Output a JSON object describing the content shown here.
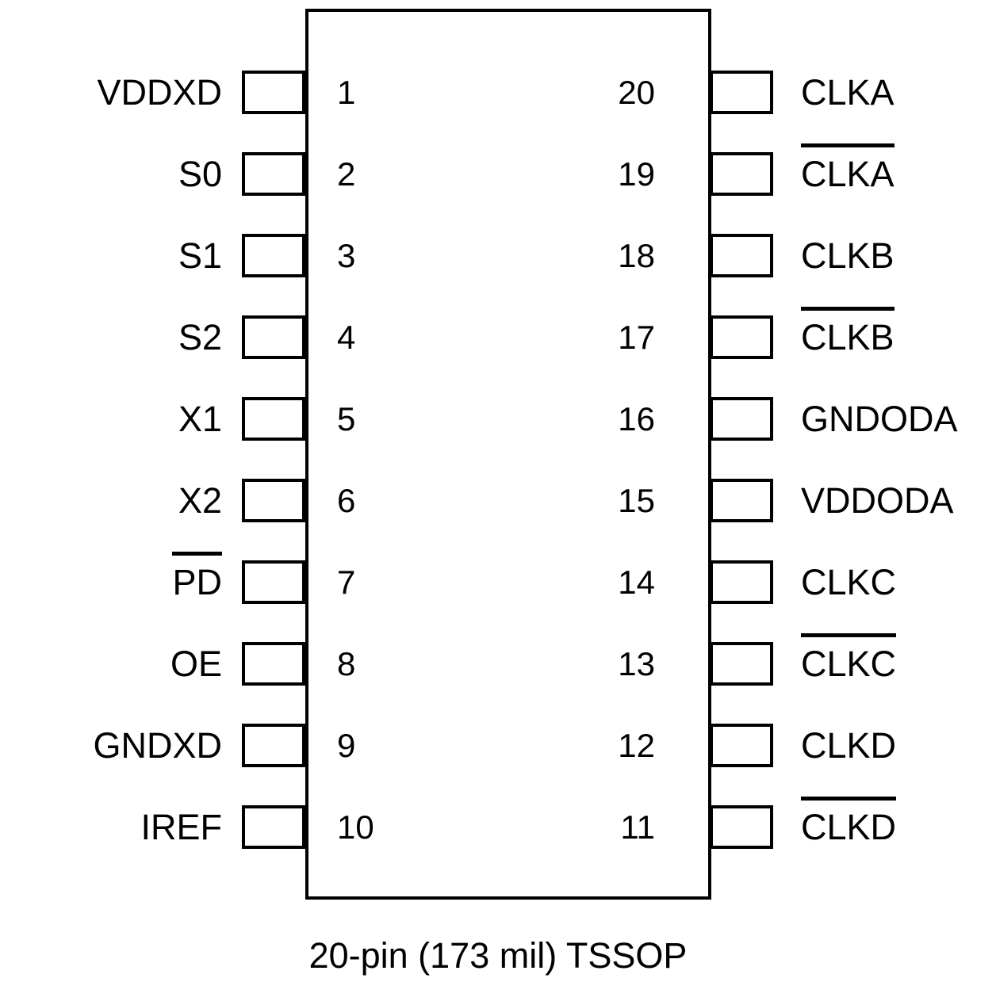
{
  "diagram": {
    "title": "20-pin (173 mil) TSSOP",
    "package_type": "TSSOP",
    "pin_count": 20,
    "body_width_mil": 173,
    "caption": "20-pin (173 mil) TSSOP",
    "line_color": "#000000",
    "background_color": "#ffffff",
    "text_color": "#000000",
    "left_pins": [
      {
        "number": "1",
        "label": "VDDXD",
        "overline": false
      },
      {
        "number": "2",
        "label": "S0",
        "overline": false
      },
      {
        "number": "3",
        "label": "S1",
        "overline": false
      },
      {
        "number": "4",
        "label": "S2",
        "overline": false
      },
      {
        "number": "5",
        "label": "X1",
        "overline": false
      },
      {
        "number": "6",
        "label": "X2",
        "overline": false
      },
      {
        "number": "7",
        "label": "PD",
        "overline": true
      },
      {
        "number": "8",
        "label": "OE",
        "overline": false
      },
      {
        "number": "9",
        "label": "GNDXD",
        "overline": false
      },
      {
        "number": "10",
        "label": "IREF",
        "overline": false
      }
    ],
    "right_pins": [
      {
        "number": "20",
        "label": "CLKA",
        "overline": false
      },
      {
        "number": "19",
        "label": "CLKA",
        "overline": true
      },
      {
        "number": "18",
        "label": "CLKB",
        "overline": false
      },
      {
        "number": "17",
        "label": "CLKB",
        "overline": true
      },
      {
        "number": "16",
        "label": "GNDODA",
        "overline": false
      },
      {
        "number": "15",
        "label": "VDDODA",
        "overline": false
      },
      {
        "number": "14",
        "label": "CLKC",
        "overline": false
      },
      {
        "number": "13",
        "label": "CLKC",
        "overline": true
      },
      {
        "number": "12",
        "label": "CLKD",
        "overline": false
      },
      {
        "number": "11",
        "label": "CLKD",
        "overline": true
      }
    ]
  }
}
